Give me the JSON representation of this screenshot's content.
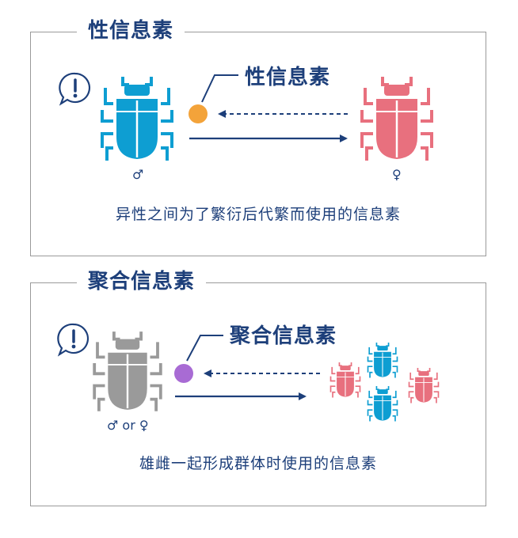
{
  "panel1": {
    "title": "性信息素",
    "pheromone_label": "性信息素",
    "male_symbol": "♂",
    "female_symbol": "♀",
    "caption": "异性之间为了繁衍后代繁而使用的信息素",
    "colors": {
      "male": "#0e9ed2",
      "female": "#e8707e",
      "pheromone": "#f3a33a",
      "arrow": "#1d3f7a"
    }
  },
  "panel2": {
    "title": "聚合信息素",
    "pheromone_label": "聚合信息素",
    "sender_label": "♂ or ♀",
    "caption": "雄雌一起形成群体时使用的信息素",
    "colors": {
      "sender": "#9a9a9a",
      "pheromone": "#a86bd4",
      "male": "#0e9ed2",
      "female": "#e8707e",
      "arrow": "#1d3f7a"
    }
  },
  "icons": {
    "alert": "exclamation-speech-bubble-icon",
    "insect": "beetle-icon"
  }
}
